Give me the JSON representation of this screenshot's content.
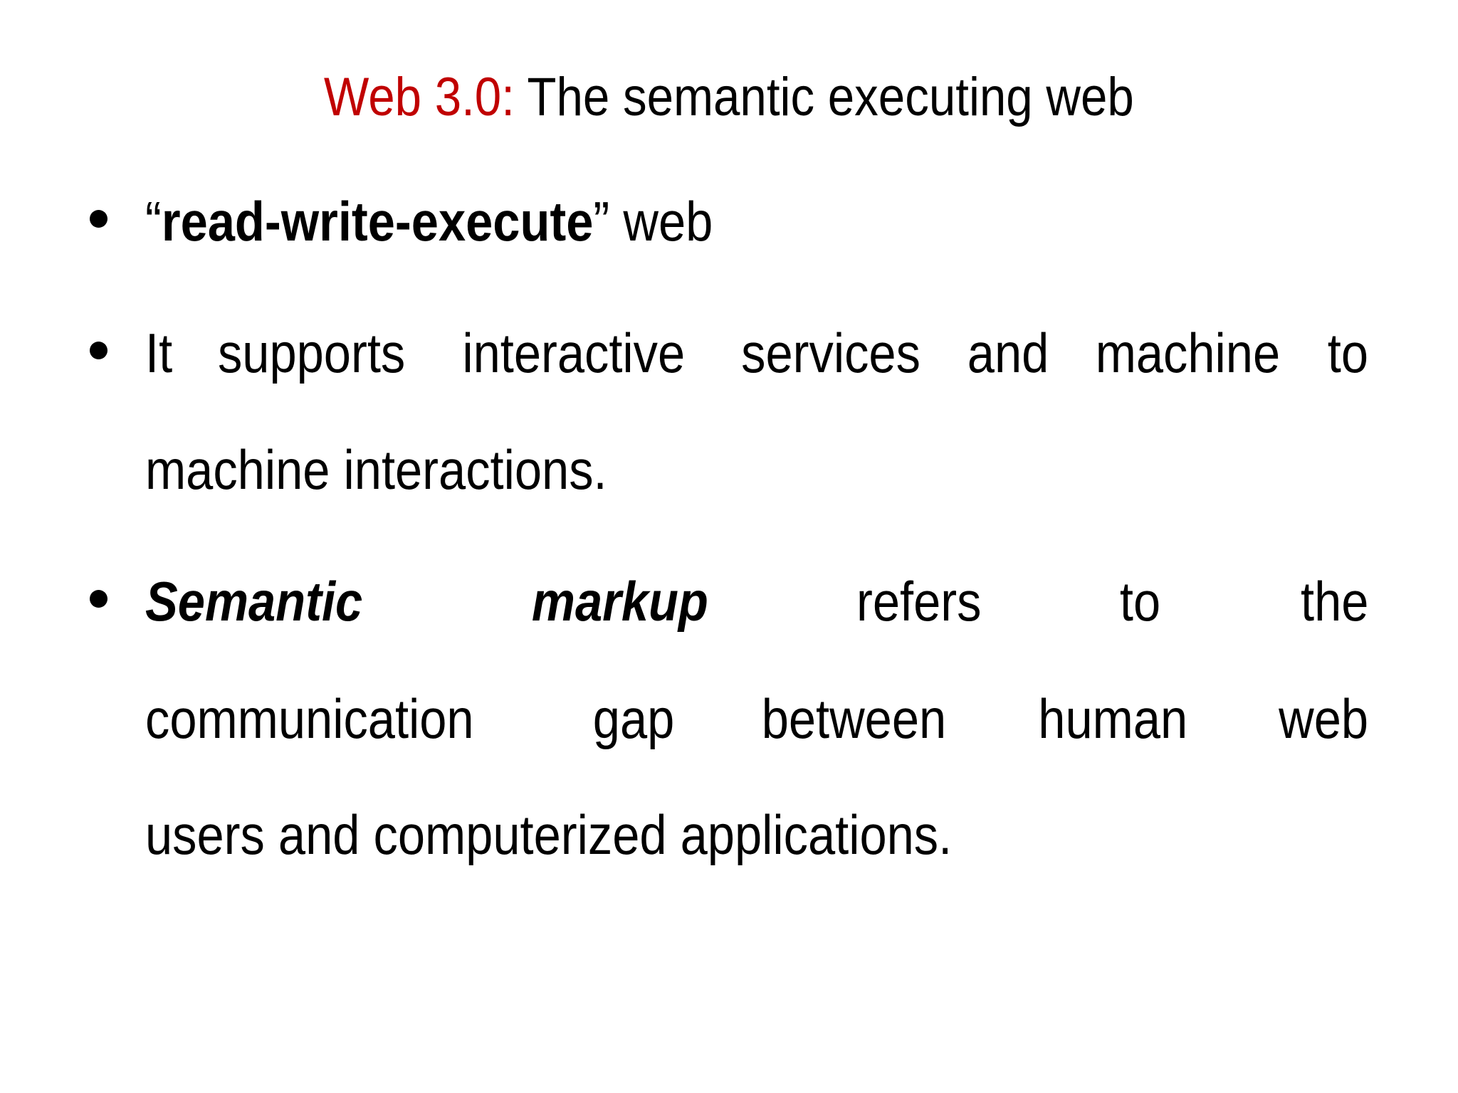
{
  "slide": {
    "title": {
      "accent": "Web 3.0:",
      "rest": " The semantic executing web",
      "accent_color": "#C00000"
    },
    "bullets": [
      {
        "open_quote": "“",
        "emphasis": "read-write-execute",
        "close_quote": "”",
        "rest": " web"
      },
      {
        "lines": [
          [
            "It",
            "supports",
            "interactive",
            "services",
            "and",
            "machine",
            "to"
          ],
          "machine interactions."
        ],
        "text": "It supports interactive services and machine to machine interactions."
      },
      {
        "lines": [
          [
            "Semantic",
            "markup",
            "refers",
            "to",
            "the"
          ],
          [
            "communication",
            "gap",
            "between",
            "human",
            "web"
          ],
          "users and computerized applications."
        ],
        "emphasis": "Semantic markup",
        "text": "Semantic markup refers to the communication gap between human web users and computerized applications."
      }
    ],
    "bullet_glyph": "bullet-dot-icon",
    "background_color": "#FFFFFF",
    "text_color": "#000000"
  }
}
